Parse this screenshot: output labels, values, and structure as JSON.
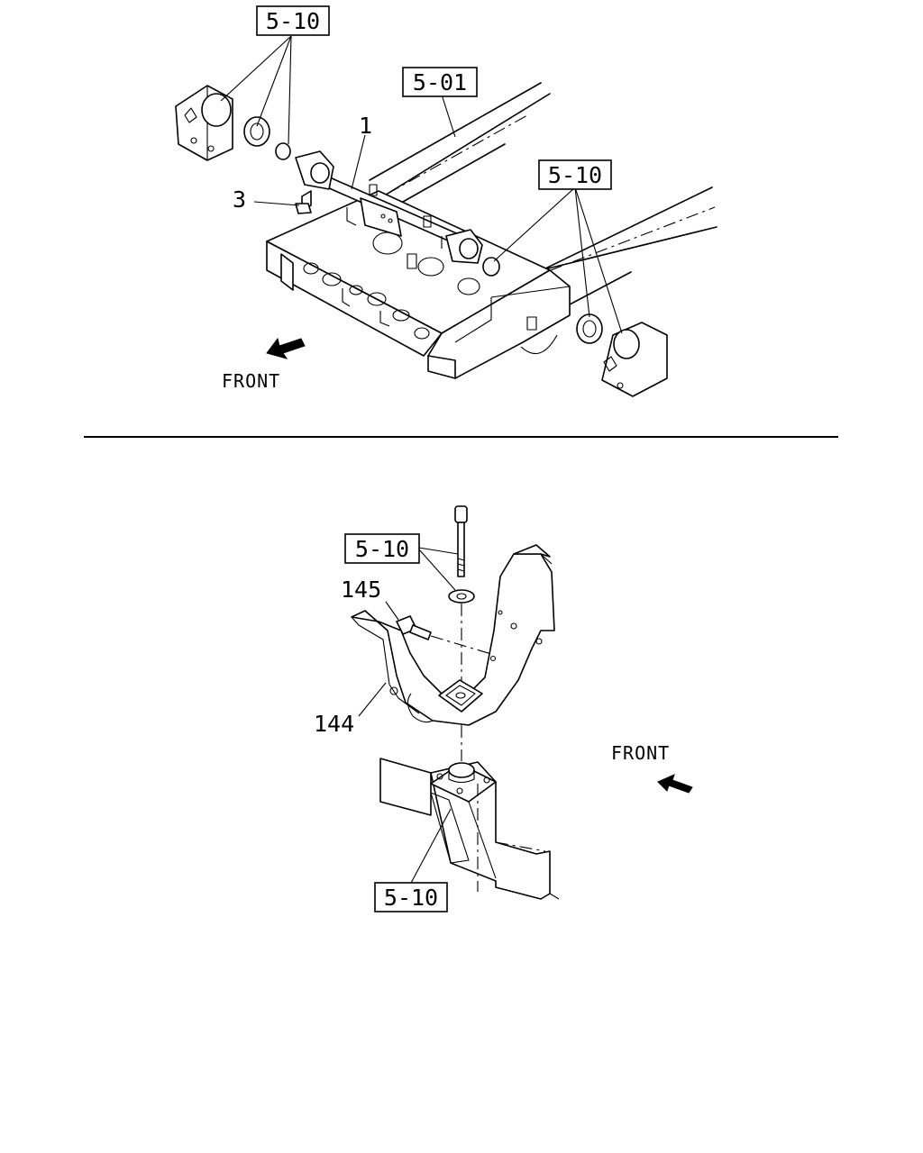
{
  "refs": {
    "top_left": "5-10",
    "top_frame": "5-01",
    "top_right": "5-10",
    "bottom_upper": "5-10",
    "bottom_lower": "5-10"
  },
  "parts": {
    "shaft": "1",
    "bolt_top": "3",
    "bolt_side": "145",
    "bracket": "144"
  },
  "direction": {
    "top": "FRONT",
    "bottom": "FRONT"
  }
}
